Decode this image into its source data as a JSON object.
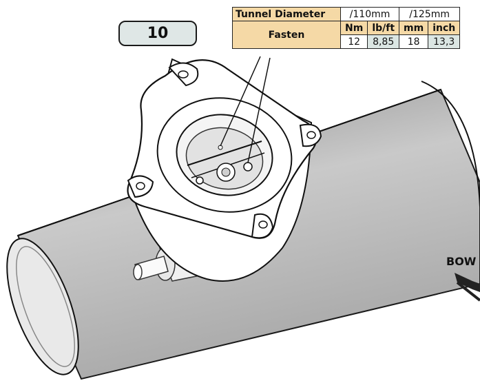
{
  "step": {
    "number": "10"
  },
  "spec_table": {
    "tunnel_diameter_label": "Tunnel Diameter",
    "diameter_110": "/110mm",
    "diameter_125": "/125mm",
    "fasten_label": "Fasten",
    "units": {
      "nm": "Nm",
      "lbft": "lb/ft",
      "mm": "mm",
      "inch": "inch"
    },
    "values": {
      "nm": "12",
      "lbft": "8,85",
      "mm": "18",
      "inch": "13,3"
    }
  },
  "direction": {
    "label": "BOW"
  },
  "colors": {
    "table_header": "#f5d9a6",
    "value_shade": "#dbe6e3",
    "badge_fill": "#dfe7e6",
    "tube_fill": "#c4c4c4"
  }
}
